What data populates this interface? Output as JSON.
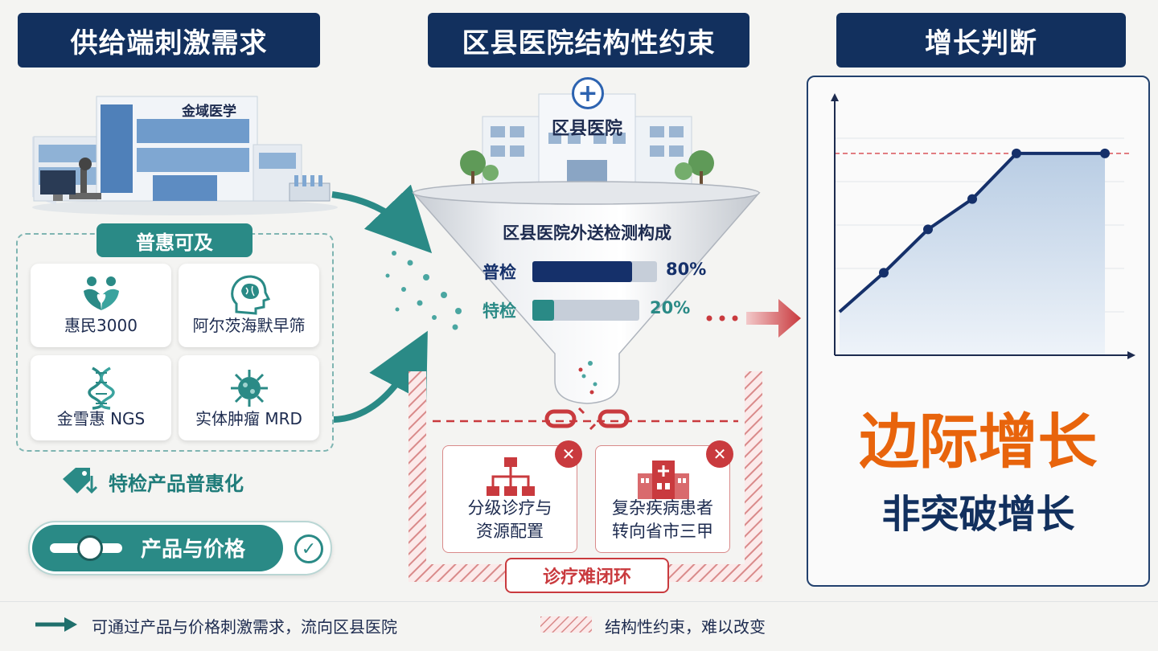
{
  "headers": {
    "left": "供给端刺激需求",
    "middle": "区县医院结构性约束",
    "right": "增长判断"
  },
  "left": {
    "building_sign": "金域医学",
    "accessible_label": "普惠可及",
    "cards": [
      {
        "label": "惠民3000",
        "icon": "hands-heart-icon"
      },
      {
        "label": "阿尔茨海默早筛",
        "icon": "brain-head-icon"
      },
      {
        "label": "金雪惠 NGS",
        "icon": "dna-icon"
      },
      {
        "label": "实体肿瘤 MRD",
        "icon": "virus-cell-icon"
      }
    ],
    "inclusive_label": "特检产品普惠化",
    "toggle_label": "产品与价格"
  },
  "middle": {
    "hospital_sign": "区县医院",
    "funnel_title": "区县医院外送检测构成",
    "bars": [
      {
        "label": "普检",
        "value": 80,
        "display": "80%",
        "color": "#15306a"
      },
      {
        "label": "特检",
        "value": 20,
        "display": "20%",
        "color": "#2a8a86"
      }
    ],
    "red_cards": [
      {
        "label_1": "分级诊疗与",
        "label_2": "资源配置",
        "icon": "hierarchy-icon"
      },
      {
        "label_1": "复杂疾病患者",
        "label_2": "转向省市三甲",
        "icon": "hospital-building-icon"
      }
    ],
    "closed_loop_label": "诊疗难闭环"
  },
  "right": {
    "main_text": "边际增长",
    "sub_text": "非突破增长"
  },
  "chart_data": {
    "type": "line",
    "x": [
      0,
      1,
      2,
      3,
      4,
      5,
      6
    ],
    "values": [
      0.2,
      0.38,
      0.58,
      0.72,
      0.93,
      0.93,
      0.93
    ],
    "markers": [
      1,
      2,
      3,
      4,
      6
    ],
    "reference_line": 0.93,
    "area_fill": true,
    "grid": true,
    "title": "",
    "xlabel": "",
    "ylabel": ""
  },
  "legend": {
    "arrow_text": "可通过产品与价格刺激需求，流向区县医院",
    "hatch_text": "结构性约束，难以改变"
  },
  "colors": {
    "navy": "#12305e",
    "teal": "#2a8a86",
    "red": "#c93a3e",
    "orange": "#e8640c"
  }
}
